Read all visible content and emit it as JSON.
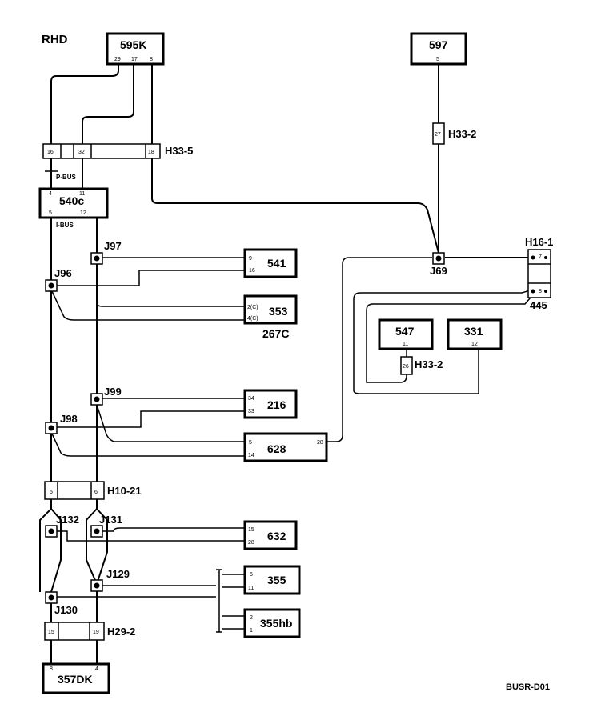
{
  "title": "RHD",
  "reference": "BUSR-D01",
  "components": {
    "c595k": {
      "label": "595K",
      "pins": [
        "29",
        "17",
        "8"
      ]
    },
    "c597": {
      "label": "597",
      "pins": [
        "5"
      ]
    },
    "c540c": {
      "label": "540c",
      "pins_top": [
        "4",
        "11"
      ],
      "pins_bottom": [
        "5",
        "12"
      ]
    },
    "c541": {
      "label": "541",
      "pins": [
        "9",
        "16"
      ]
    },
    "c353": {
      "label": "353",
      "pins": [
        "2(C)",
        "4(C)"
      ],
      "sublabel": "267C"
    },
    "c216": {
      "label": "216",
      "pins": [
        "34",
        "33"
      ]
    },
    "c628": {
      "label": "628",
      "pins": [
        "5",
        "14",
        "28"
      ]
    },
    "c632": {
      "label": "632",
      "pins": [
        "15",
        "28"
      ]
    },
    "c355": {
      "label": "355",
      "pins": [
        "5",
        "11"
      ]
    },
    "c355hb": {
      "label": "355hb",
      "pins": [
        "2",
        "1"
      ]
    },
    "c357dk": {
      "label": "357DK",
      "pins": [
        "8",
        "4"
      ]
    },
    "c547": {
      "label": "547",
      "pins": [
        "11"
      ]
    },
    "c331": {
      "label": "331",
      "pins": [
        "12"
      ]
    }
  },
  "connectors": {
    "h33_5": {
      "label": "H33-5",
      "pins": [
        "16",
        "32",
        "18"
      ]
    },
    "h33_2_top": {
      "label": "H33-2",
      "pins": [
        "27"
      ]
    },
    "h33_2_mid": {
      "label": "H33-2",
      "pins": [
        "26"
      ]
    },
    "h16_1": {
      "label": "H16-1",
      "pins": [
        "7",
        "8"
      ],
      "sublabel": "445"
    },
    "h10_21": {
      "label": "H10-21",
      "pins": [
        "5",
        "6"
      ]
    },
    "h29_2": {
      "label": "H29-2",
      "pins": [
        "15",
        "19"
      ]
    }
  },
  "buses": {
    "p_bus": "P-BUS",
    "i_bus": "I-BUS"
  },
  "junctions": {
    "j97": "J97",
    "j96": "J96",
    "j69": "J69",
    "j99": "J99",
    "j98": "J98",
    "j132": "J132",
    "j131": "J131",
    "j129": "J129",
    "j130": "J130"
  }
}
